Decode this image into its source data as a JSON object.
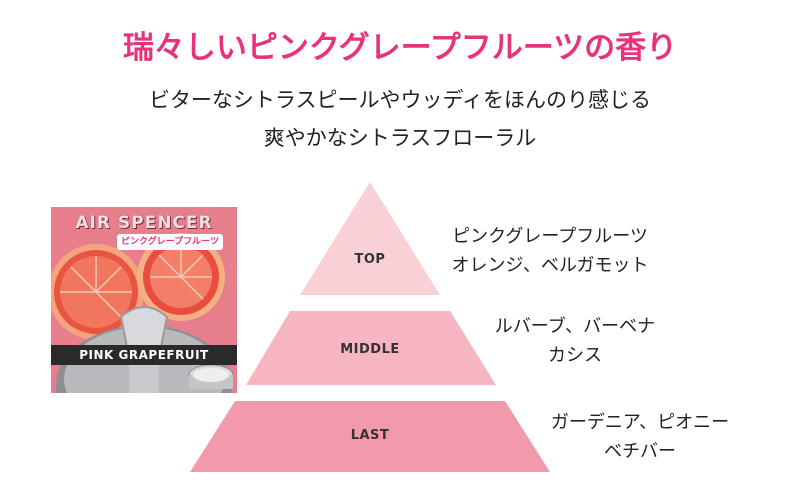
{
  "header": {
    "title": "瑞々しいピンクグレープフルーツの香り",
    "subtitle_line1": "ビターなシトラスピールやウッディをほんのり感じる",
    "subtitle_line2": "爽やかなシトラスフローラル"
  },
  "product": {
    "brand": "AIR SPENCER",
    "tag": "ピンクグレープフルーツ",
    "flavor": "PINK GRAPEFRUIT",
    "icon": "air-freshener-can-image"
  },
  "pyramid": {
    "tiers": [
      {
        "label": "TOP",
        "notes": [
          "ピンクグレープフルーツ",
          "オレンジ、ベルガモット"
        ],
        "color": "#f9d0d6"
      },
      {
        "label": "MIDDLE",
        "notes": [
          "ルバーブ、バーベナ",
          "カシス"
        ],
        "color": "#f6b6c1"
      },
      {
        "label": "LAST",
        "notes": [
          "ガーデニア、ピオニー",
          "ベチバー"
        ],
        "color": "#f29aab"
      }
    ]
  },
  "colors": {
    "title": "#e8337c",
    "text": "#222222"
  }
}
